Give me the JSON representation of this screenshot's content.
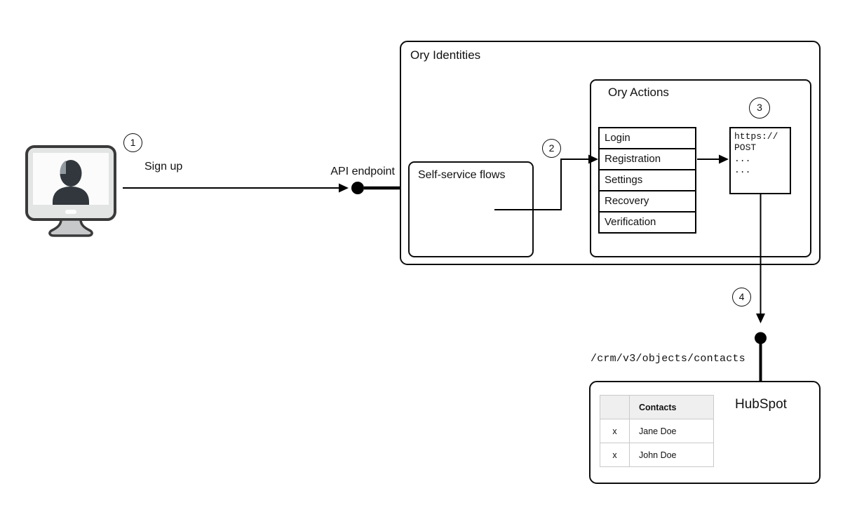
{
  "steps": {
    "s1": "1",
    "s2": "2",
    "s3": "3",
    "s4": "4"
  },
  "labels": {
    "sign_up": "Sign up",
    "api_endpoint": "API endpoint",
    "crm_path": "/crm/v3/objects/contacts"
  },
  "ory_identities": {
    "title": "Ory Identities"
  },
  "self_service": {
    "title": "Self-service flows"
  },
  "ory_actions": {
    "title": "Ory Actions",
    "flows": [
      "Login",
      "Registration",
      "Settings",
      "Recovery",
      "Verification"
    ]
  },
  "webhook": {
    "lines": [
      "https://",
      "POST",
      "...",
      "..."
    ]
  },
  "hubspot": {
    "title": "HubSpot",
    "table": {
      "contacts_header": "Contacts",
      "rows": [
        {
          "action": "x",
          "name": "Jane Doe"
        },
        {
          "action": "x",
          "name": "John Doe"
        }
      ]
    }
  },
  "icons": {
    "user_terminal": "user-computer-icon"
  },
  "colors": {
    "stroke": "#000000",
    "box_border": "#0d0d0d",
    "table_border": "#c9c9c9",
    "table_header_bg": "#efefef",
    "silhouette": "#31373d",
    "monitor_body": "#e3e4e4"
  }
}
